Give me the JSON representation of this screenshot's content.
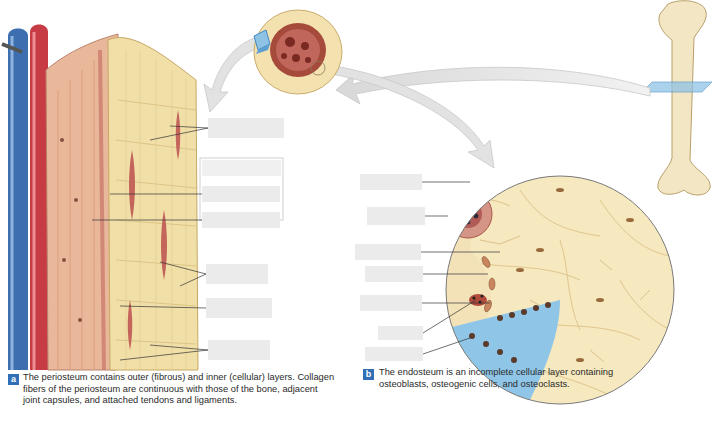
{
  "diagram": {
    "nodes": [
      {
        "text": [
          "a"
        ]
      },
      {
        "text": [
          "b"
        ]
      }
    ],
    "labels": [
      "The periosteum contains outer (fibrous) and inner (cellular) layers. Collagen fibers of the periosteum are continuous with those of the bone, adjacent joint capsules, and attached tendons and ligaments.",
      "The endosteum is an incomplete cellular layer containing osteoblasts, osteogenic cells, and osteoclasts."
    ]
  }
}
